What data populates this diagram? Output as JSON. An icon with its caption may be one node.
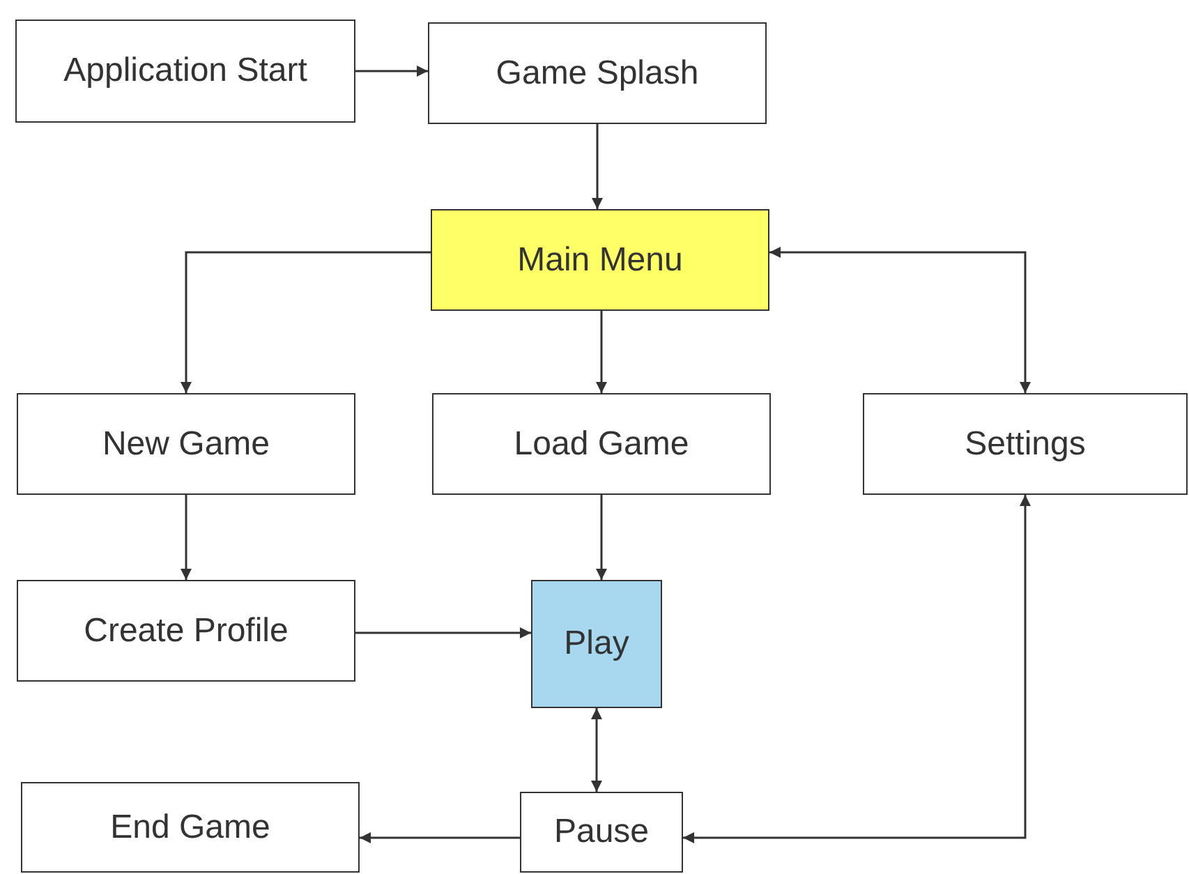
{
  "diagram": {
    "nodes": [
      {
        "text": [
          "Application Start"
        ]
      },
      {
        "text": [
          "Game Splash"
        ]
      },
      {
        "text": [
          "Main Menu"
        ]
      },
      {
        "text": [
          "New Game"
        ]
      },
      {
        "text": [
          "Load Game"
        ]
      },
      {
        "text": [
          "Settings"
        ]
      },
      {
        "text": [
          "Create Profile"
        ]
      },
      {
        "text": [
          "Play"
        ]
      },
      {
        "text": [
          "End Game"
        ]
      },
      {
        "text": [
          "Pause"
        ]
      }
    ],
    "edges": [
      {
        "from": 0,
        "to": 1,
        "arrow": "to"
      },
      {
        "from": 1,
        "to": 2,
        "arrow": "to"
      },
      {
        "from": 2,
        "to": 3,
        "arrow": "to"
      },
      {
        "from": 2,
        "to": 4,
        "arrow": "to"
      },
      {
        "from": 5,
        "to": 2,
        "arrow": "both"
      },
      {
        "from": 3,
        "to": 6,
        "arrow": "to"
      },
      {
        "from": 4,
        "to": 7,
        "arrow": "to"
      },
      {
        "from": 6,
        "to": 7,
        "arrow": "to"
      },
      {
        "from": 7,
        "to": 9,
        "arrow": "both"
      },
      {
        "from": 9,
        "to": 8,
        "arrow": "to"
      },
      {
        "from": 9,
        "to": 5,
        "arrow": "both"
      }
    ]
  }
}
